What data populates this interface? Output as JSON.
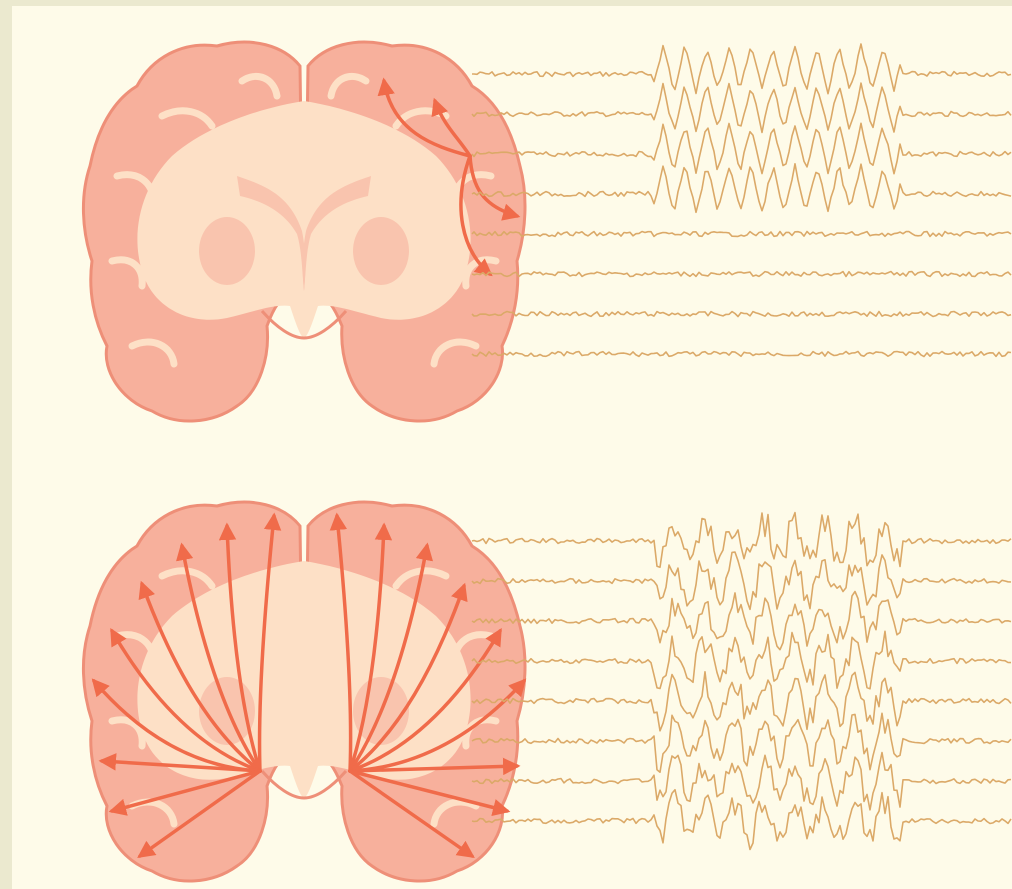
{
  "colors": {
    "background": "#fefbe9",
    "frame": "#ebe9cf",
    "brain_fill": "#f7b09c",
    "brain_outline": "#ee8f78",
    "white_matter": "#fde0c6",
    "deep_nuclei": "#f9c4ae",
    "arrow": "#f06b4a",
    "eeg_trace": "#dba968"
  },
  "panels": [
    {
      "id": "focal",
      "eeg_channels": 8,
      "burst_channels": [
        1,
        2,
        3,
        4
      ],
      "arrow_pattern": "local-right-hemisphere"
    },
    {
      "id": "generalized",
      "eeg_channels": 8,
      "burst_channels": [
        1,
        2,
        3,
        4,
        5,
        6,
        7,
        8
      ],
      "arrow_pattern": "radiating-both-hemispheres"
    }
  ]
}
